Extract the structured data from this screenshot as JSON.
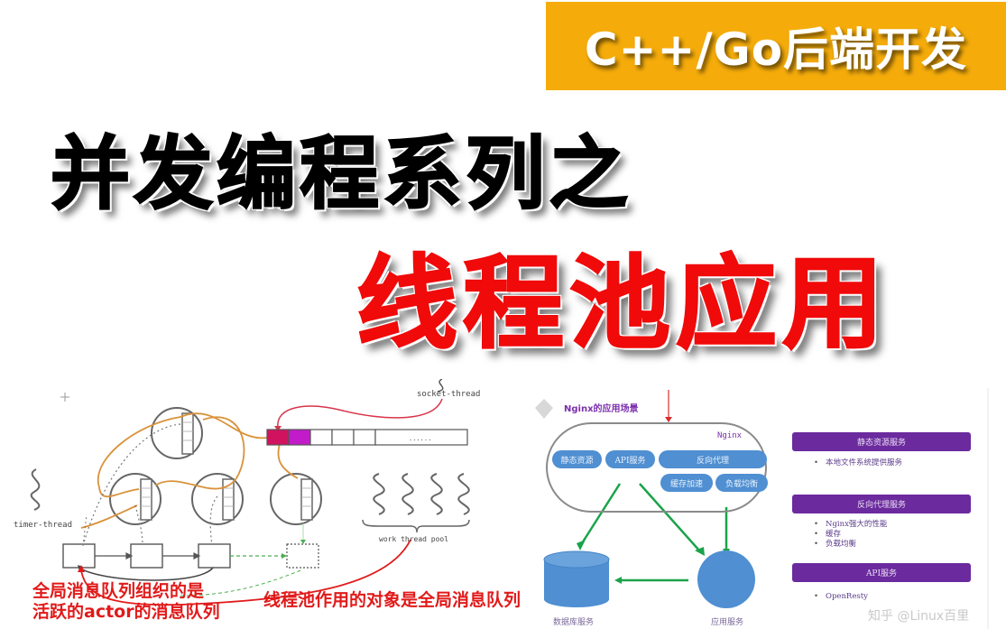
{
  "badge": {
    "label": "C++/Go后端开发",
    "color": "#f5ac0b"
  },
  "titles": {
    "line1": "并发编程系列之",
    "line2": "线程池应用",
    "line1_color": "#000000",
    "line2_color": "#f00a0a"
  },
  "actor_diagram": {
    "socket_label": "socket-thread",
    "timer_label": "timer-thread",
    "pool_label": "work thread pool",
    "queue_ellipsis": "......",
    "note_left": [
      "全局消息队列组织的是",
      "活跃的actor的消息队列"
    ],
    "note_right": "线程池作用的对象是全局消息队列"
  },
  "nginx_diagram": {
    "title": "Nginx的应用场景",
    "box_label": "Nginx",
    "pills": [
      "静态资源",
      "API服务",
      "反向代理",
      "缓存加速",
      "负载均衡"
    ],
    "db_label": "数据库服务",
    "app_label": "应用服务"
  },
  "services_panel": {
    "sections": [
      {
        "header": "静态资源服务",
        "items": [
          "本地文件系统提供服务"
        ]
      },
      {
        "header": "反向代理服务",
        "items": [
          "Nginx强大的性能",
          "缓存",
          "负载均衡"
        ]
      },
      {
        "header": "API服务",
        "items": [
          "OpenResty"
        ]
      }
    ],
    "watermark": "知乎 @Linux百里"
  }
}
